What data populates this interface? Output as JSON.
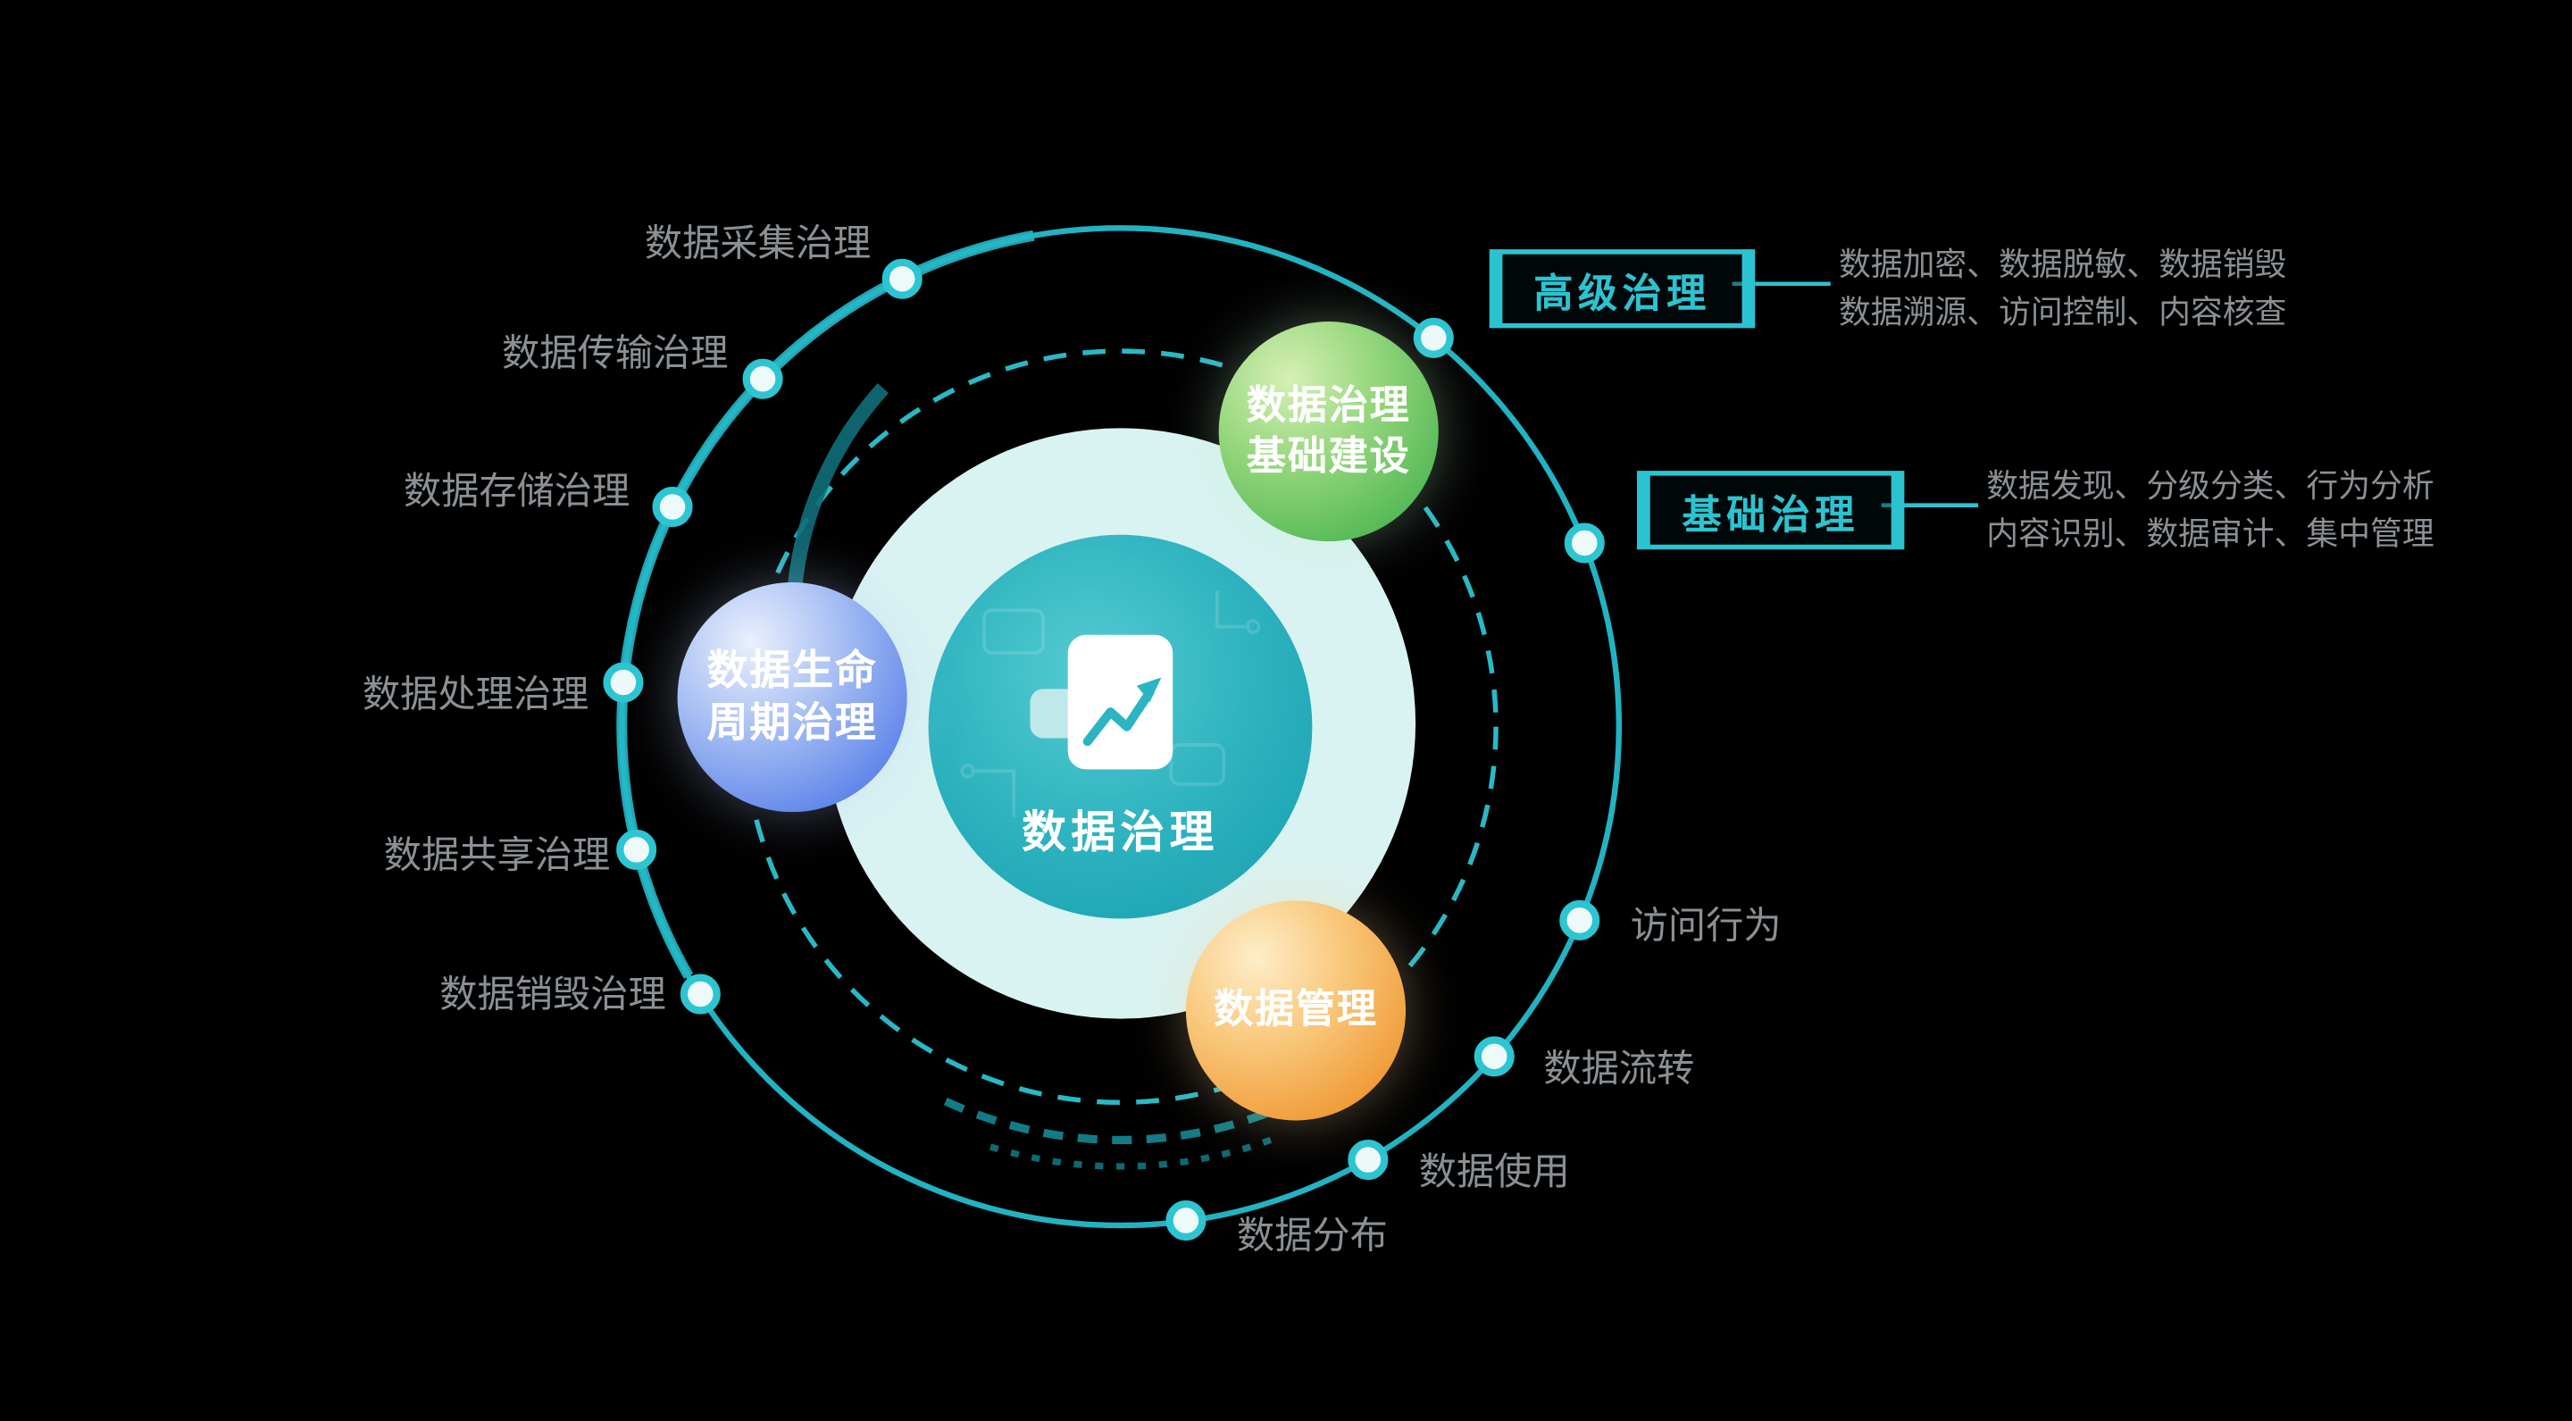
{
  "center": {
    "title": "数据治理",
    "icon": "document-chart-icon"
  },
  "bubbles": {
    "construction": {
      "line1": "数据治理",
      "line2": "基础建设"
    },
    "lifecycle": {
      "line1": "数据生命",
      "line2": "周期治理"
    },
    "management": {
      "line1": "数据管理"
    }
  },
  "orbit_left": [
    "数据采集治理",
    "数据传输治理",
    "数据存储治理",
    "数据处理治理",
    "数据共享治理",
    "数据销毁治理"
  ],
  "orbit_right": [
    "访问行为",
    "数据流转",
    "数据使用",
    "数据分布"
  ],
  "callouts": {
    "advanced": {
      "title": "高级治理",
      "desc1": "数据加密、数据脱敏、数据销毁",
      "desc2": "数据溯源、访问控制、内容核查"
    },
    "basic": {
      "title": "基础治理",
      "desc1": "数据发现、分级分类、行为分析",
      "desc2": "内容识别、数据审计、集中管理"
    }
  },
  "colors": {
    "ring_teal": "#27b8c6",
    "accent_teal": "#2cc3d0",
    "label_gray": "#8b9095",
    "bubble_green": "#4fb354",
    "bubble_blue": "#527fe4",
    "bubble_orange": "#ef9430",
    "center_teal": "#25b0bc",
    "pale_mint": "#d9f3f2",
    "background": "#000000"
  }
}
